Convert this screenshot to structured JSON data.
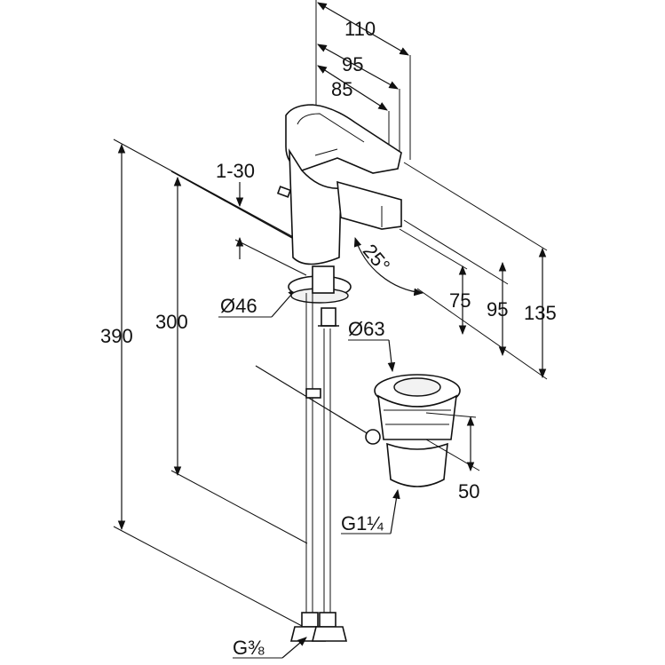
{
  "dimensions": {
    "width_overall": "110",
    "width_mid": "95",
    "width_inner": "85",
    "spout_height": "75",
    "spout_height_mid": "95",
    "lever_height": "135",
    "height_total": "390",
    "height_hose": "300",
    "counter_top": "1-30",
    "hole_diameter": "Ø46",
    "waste_diameter": "Ø63",
    "waste_height": "50",
    "waste_thread": "G1¼",
    "hose_thread": "G⅜",
    "lever_angle": "25°"
  }
}
